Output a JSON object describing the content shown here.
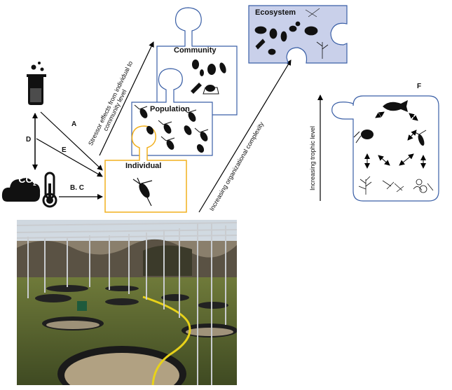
{
  "labels": {
    "community": "Community",
    "population": "Population",
    "individual": "Individual",
    "ecosystem": "Ecosystem",
    "co2": "CO",
    "co2_sub": "2"
  },
  "arrow_labels": {
    "a": "A",
    "bc": "B. C",
    "d": "D",
    "e": "E",
    "f": "F"
  },
  "axis_labels": {
    "stressor_line1": "Stressor effects from individual to",
    "stressor_line2": "community level",
    "organizational": "Increasing organizational complexity",
    "trophic": "Increasing trophic level"
  },
  "colors": {
    "community_border": "#3a5fa6",
    "population_border": "#3a5fa6",
    "individual_border": "#f2b01e",
    "ecosystem_fill": "#c9d0ea",
    "ecosystem_border": "#3a5fa6",
    "foodweb_border": "#3a5fa6",
    "hose": "#e8d21a"
  },
  "icons": [
    "beaker-icon",
    "co2-cloud-icon",
    "thermometer-icon",
    "copepod-icon",
    "fish-icon",
    "plankton-icon",
    "plant-icon",
    "daphnia-icon"
  ]
}
